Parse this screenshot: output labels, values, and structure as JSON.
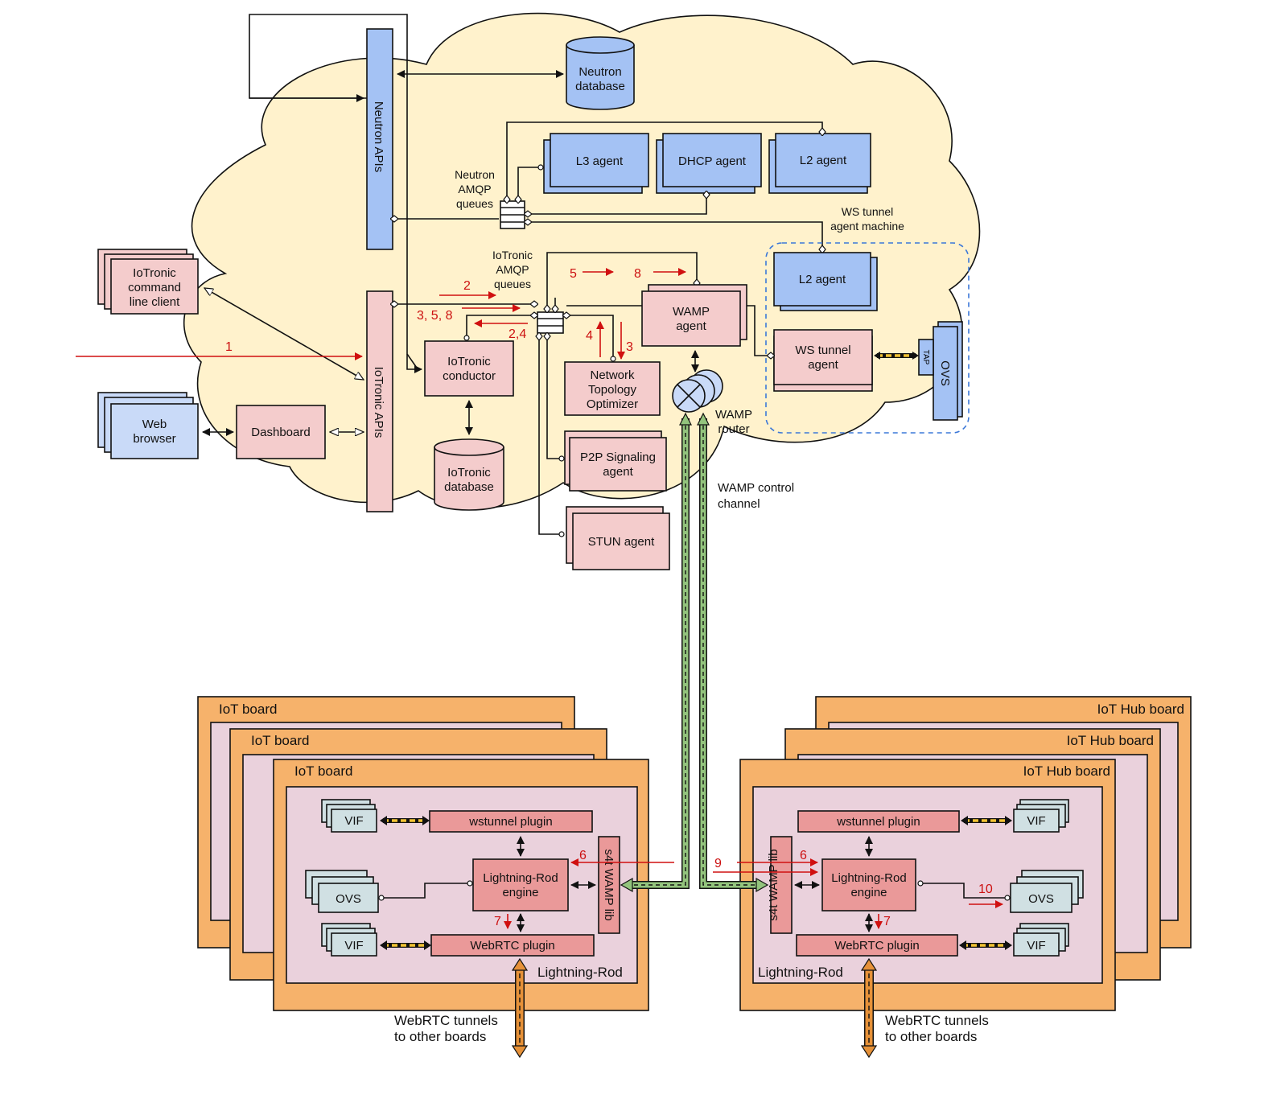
{
  "neutron": {
    "apis": "Neutron APIs",
    "database": [
      "Neutron",
      "database"
    ],
    "l3_agent": "L3 agent",
    "dhcp_agent": "DHCP agent",
    "l2_agent": "L2 agent",
    "amqp_queues": [
      "Neutron",
      "AMQP",
      "queues"
    ]
  },
  "iotronic": {
    "cli": [
      "IoTronic",
      "command",
      "line client"
    ],
    "web_browser": [
      "Web",
      "browser"
    ],
    "dashboard": "Dashboard",
    "apis": "IoTronic APIs",
    "conductor": [
      "IoTronic",
      "conductor"
    ],
    "database": [
      "IoTronic",
      "database"
    ],
    "amqp_queues": [
      "IoTronic",
      "AMQP",
      "queues"
    ],
    "wamp_agent": [
      "WAMP",
      "agent"
    ],
    "nto": [
      "Network",
      "Topology",
      "Optimizer"
    ],
    "wamp_router": [
      "WAMP",
      "router"
    ],
    "p2p_agent": [
      "P2P Signaling",
      "agent"
    ],
    "stun_agent": "STUN agent"
  },
  "ws_tunnel_machine": {
    "label": [
      "WS tunnel",
      "agent machine"
    ],
    "l2_agent": "L2 agent",
    "ws_tunnel_agent": [
      "WS tunnel",
      "agent"
    ],
    "tap": "TAP",
    "ovs": "OVS"
  },
  "wamp_channel": [
    "WAMP control",
    "channel"
  ],
  "step_labels": {
    "s1": "1",
    "s2": "2",
    "s358": "3, 5, 8",
    "s24": "2,4",
    "s5": "5",
    "s8": "8",
    "s4": "4",
    "s3": "3",
    "s6a": "6",
    "s7a": "7",
    "s9": "9",
    "s6b": "6",
    "s7b": "7",
    "s10": "10"
  },
  "iot_board": {
    "title": "IoT board",
    "wstunnel": "wstunnel plugin",
    "engine": [
      "Lightning-Rod",
      "engine"
    ],
    "webrtc": "WebRTC plugin",
    "wamp_lib": "s4t WAMP lib",
    "vif": "VIF",
    "ovs": "OVS",
    "lr": "Lightning-Rod"
  },
  "hub_board": {
    "title": "IoT Hub board",
    "wstunnel": "wstunnel plugin",
    "engine": [
      "Lightning-Rod",
      "engine"
    ],
    "webrtc": "WebRTC plugin",
    "wamp_lib": "s4t WAMP lib",
    "vif": "VIF",
    "ovs": "OVS",
    "lr": "Lightning-Rod"
  },
  "webrtc_tunnels": [
    "WebRTC tunnels",
    "to other boards"
  ],
  "colors": {
    "cloud": "#fff2cc",
    "pink": "#f4cccc",
    "blue": "#a4c2f4",
    "board_orange": "#f6b26b",
    "board_inner": "#ead1dc",
    "plugin": "#ea9999",
    "teal": "#d0e0e3",
    "green_channel": "#93c47d",
    "red_step": "#cc1111"
  }
}
